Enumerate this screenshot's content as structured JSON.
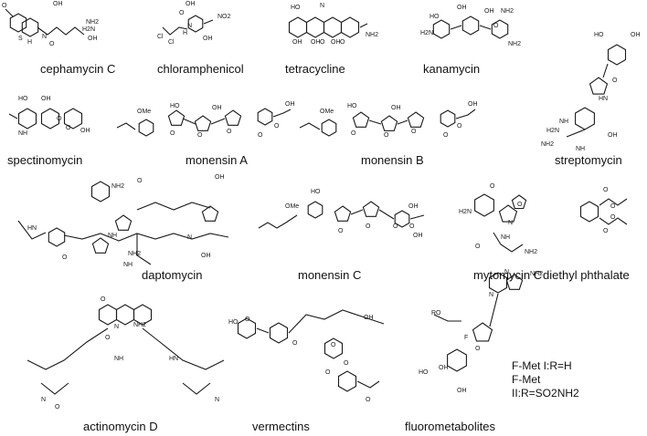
{
  "compounds": [
    {
      "name": "cephamycin C",
      "atoms": [
        "O",
        "OH",
        "H2N",
        "N",
        "S",
        "H",
        "O",
        "NH2",
        "OH"
      ]
    },
    {
      "name": "chloramphenicol",
      "atoms": [
        "OH",
        "NO2",
        "Cl",
        "Cl",
        "H",
        "N",
        "O",
        "OH"
      ]
    },
    {
      "name": "tetracycline",
      "atoms": [
        "HO",
        "N",
        "OH",
        "OH",
        "O",
        "OH",
        "O",
        "NH2"
      ]
    },
    {
      "name": "kanamycin",
      "atoms": [
        "H2N",
        "HO",
        "OH",
        "NH2",
        "OH",
        "O",
        "NH2"
      ]
    },
    {
      "name": "streptomycin",
      "atoms": [
        "HO",
        "OH",
        "O",
        "H2N",
        "NH",
        "NH2",
        "OH",
        "HN",
        "NH"
      ]
    },
    {
      "name": "spectinomycin",
      "atoms": [
        "HO",
        "OH",
        "O",
        "NH",
        "O",
        "OH"
      ]
    },
    {
      "name": "monensin A",
      "atoms": [
        "HO",
        "OMe",
        "OH",
        "O",
        "O",
        "O",
        "O",
        "O",
        "OH"
      ]
    },
    {
      "name": "monensin B",
      "atoms": [
        "HO",
        "OMe",
        "OH",
        "O",
        "O",
        "O",
        "O",
        "O",
        "OH"
      ]
    },
    {
      "name": "daptomycin",
      "atoms": [
        "NH2",
        "O",
        "OH",
        "HN",
        "NH",
        "O",
        "NH2",
        "N",
        "NH",
        "OH"
      ]
    },
    {
      "name": "monensin C",
      "atoms": [
        "HO",
        "OMe",
        "OH",
        "O",
        "O",
        "O",
        "O",
        "OH"
      ]
    },
    {
      "name": "mytomycin C",
      "atoms": [
        "O",
        "H2N",
        "N",
        "O",
        "NH",
        "O",
        "NH2"
      ]
    },
    {
      "name": "diethyl phthalate",
      "atoms": [
        "O",
        "O",
        "O",
        "O"
      ]
    },
    {
      "name": "actinomycin D",
      "atoms": [
        "O",
        "N",
        "O",
        "NH2",
        "NH",
        "HN",
        "O",
        "N",
        "N"
      ]
    },
    {
      "name": "vermectins",
      "atoms": [
        "HO",
        "O",
        "O",
        "O",
        "O",
        "OH",
        "O",
        "O"
      ]
    },
    {
      "name": "fluorometabolites",
      "atoms": [
        "NH2",
        "N",
        "N",
        "RO",
        "F",
        "O",
        "OH",
        "HO",
        "OH"
      ]
    }
  ],
  "fluorometabolite_key": [
    "F-Met I:R=H",
    "F-Met",
    "II:R=SO2NH2"
  ]
}
